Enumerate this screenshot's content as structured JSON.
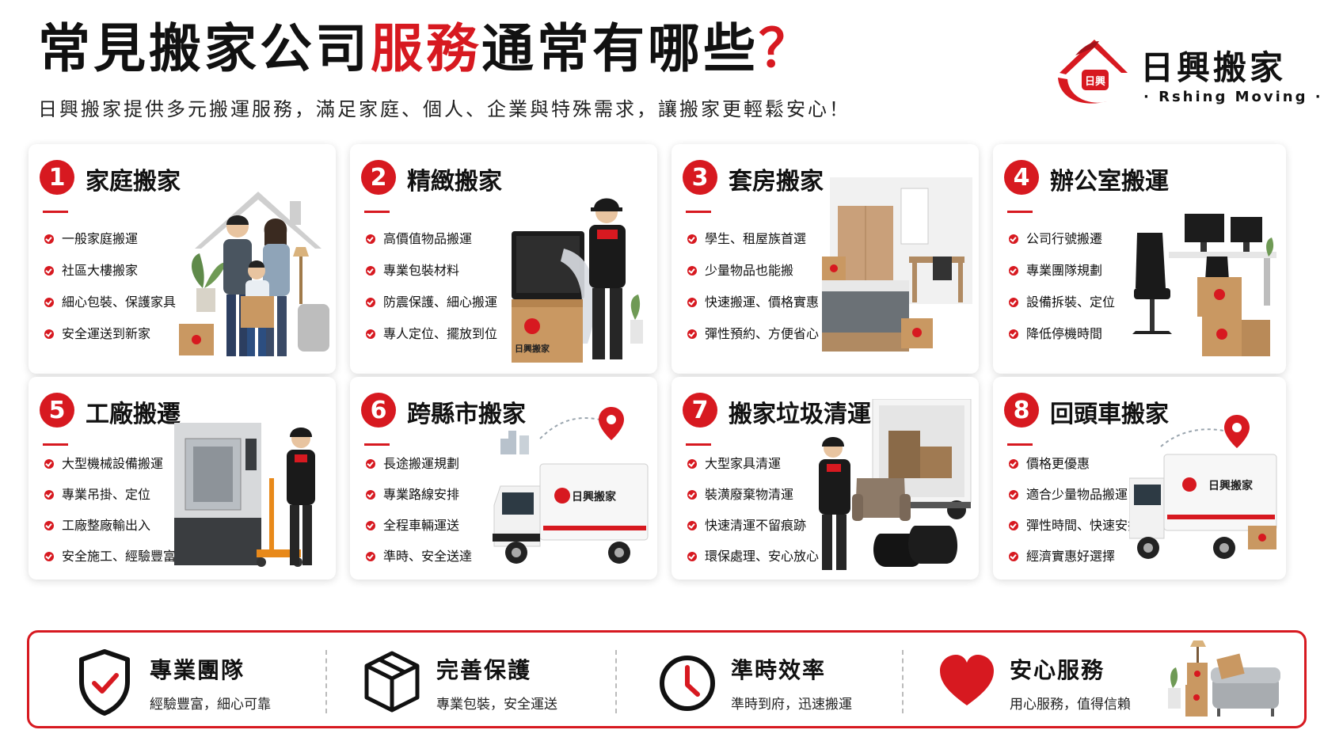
{
  "header": {
    "title_black_1": "常見搬家公司",
    "title_red": "服務",
    "title_black_2": "通常有哪些",
    "title_question": "？",
    "subtitle": "日興搬家提供多元搬運服務，滿足家庭、個人、企業與特殊需求，讓搬家更輕鬆安心！"
  },
  "logo": {
    "name": "日興搬家",
    "english": "· Rshing Moving ·",
    "badge": "日興"
  },
  "colors": {
    "accent": "#d71920",
    "text": "#111111"
  },
  "services": [
    {
      "number": "1",
      "title": "家庭搬家",
      "items": [
        "一般家庭搬運",
        "社區大樓搬家",
        "細心包裝、保護家具",
        "安全運送到新家"
      ],
      "icon": "family-house-icon"
    },
    {
      "number": "2",
      "title": "精緻搬家",
      "items": [
        "高價值物品搬運",
        "專業包裝材料",
        "防震保護、細心搬運",
        "專人定位、擺放到位"
      ],
      "icon": "tv-wrapping-icon",
      "box_label": "日興搬家"
    },
    {
      "number": "3",
      "title": "套房搬家",
      "items": [
        "學生、租屋族首選",
        "少量物品也能搬",
        "快速搬運、價格實惠",
        "彈性預約、方便省心"
      ],
      "icon": "studio-room-icon"
    },
    {
      "number": "4",
      "title": "辦公室搬運",
      "items": [
        "公司行號搬遷",
        "專業團隊規劃",
        "設備拆裝、定位",
        "降低停機時間"
      ],
      "icon": "office-desk-icon"
    },
    {
      "number": "5",
      "title": "工廠搬遷",
      "items": [
        "大型機械設備搬運",
        "專業吊掛、定位",
        "工廠整廠輸出入",
        "安全施工、經驗豐富"
      ],
      "icon": "factory-machine-icon"
    },
    {
      "number": "6",
      "title": "跨縣市搬家",
      "items": [
        "長途搬運規劃",
        "專業路線安排",
        "全程車輛運送",
        "準時、安全送達"
      ],
      "icon": "moving-truck-icon",
      "truck_label": "日興搬家"
    },
    {
      "number": "7",
      "title": "搬家垃圾清運",
      "items": [
        "大型家具清運",
        "裝潢廢棄物清運",
        "快速清運不留痕跡",
        "環保處理、安心放心"
      ],
      "icon": "waste-truck-icon"
    },
    {
      "number": "8",
      "title": "回頭車搬家",
      "items": [
        "價格更優惠",
        "適合少量物品搬運",
        "彈性時間、快速安排",
        "經濟實惠好選擇"
      ],
      "icon": "return-truck-icon",
      "truck_label": "日興搬家"
    }
  ],
  "features": [
    {
      "title": "專業團隊",
      "subtitle": "經驗豐富，細心可靠",
      "icon": "shield-check-icon"
    },
    {
      "title": "完善保護",
      "subtitle": "專業包裝，安全運送",
      "icon": "package-box-icon"
    },
    {
      "title": "準時效率",
      "subtitle": "準時到府，迅速搬運",
      "icon": "clock-icon"
    },
    {
      "title": "安心服務",
      "subtitle": "用心服務，值得信賴",
      "icon": "heart-icon"
    }
  ]
}
